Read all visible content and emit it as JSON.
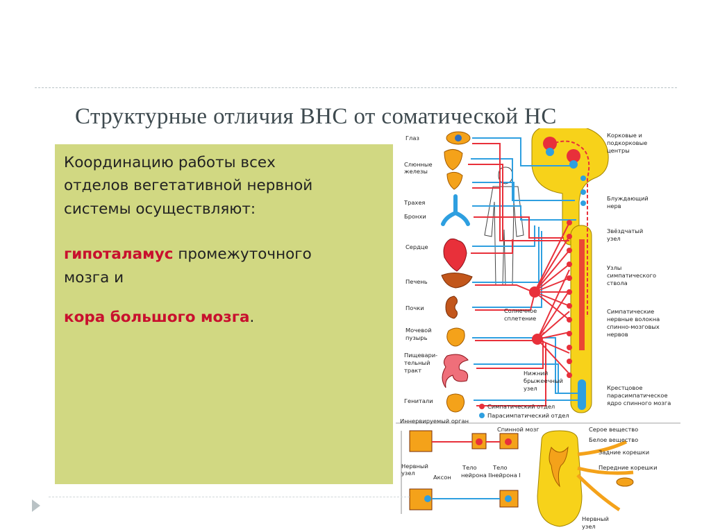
{
  "slide": {
    "title": "Структурные отличия ВНС от соматической НС",
    "line1": "Координацию работы всех",
    "line2": "отделов вегетативной нервной",
    "line3": "системы осуществляют:",
    "p2_red": "гипоталамус",
    "p2_rest": " промежуточного",
    "p2_line2": "мозга и",
    "p3_red": "кора большого мозга",
    "p3_rest": "."
  },
  "figure": {
    "organs": [
      "Глаз",
      "Слюнные",
      "железы",
      "Трахея",
      "Бронхи",
      "Сердце",
      "Печень",
      "Почки",
      "Мочевой",
      "пузырь",
      "Пищевари-",
      "тельный",
      "тракт",
      "Генитали"
    ],
    "right_labels": [
      "Корковые и",
      "подкорковые",
      "центры",
      "Блуждающий",
      "нерв",
      "Звёздчатый",
      "узел",
      "Узлы",
      "симпатического",
      "ствола",
      "Симпатические",
      "нервные волокна",
      "спинно-мозговых",
      "нервов",
      "Крестцовое",
      "парасимпатическое",
      "ядро спинного мозга"
    ],
    "center_labels": [
      "Солнечное",
      "сплетение",
      "Нижний",
      "брыжеечный",
      "узел"
    ],
    "legend": [
      "Симпатический отдел",
      "Парасимпатический отдел"
    ],
    "bottom_left": [
      "Иннервируемый орган",
      "Спинной мозг",
      "Нервный",
      "узел",
      "Аксон",
      "Тело",
      "нейрона II",
      "Тело",
      "нейрона I"
    ],
    "bottom_right": [
      "Серое вещество",
      "Белое вещество",
      "Задние корешки",
      "Передние корешки",
      "Нервный",
      "узел"
    ],
    "colors": {
      "sympathetic": "#e8303a",
      "parasympathetic": "#2e9fe0",
      "organ": "#f4a21a",
      "panel": "#d1d882"
    }
  }
}
